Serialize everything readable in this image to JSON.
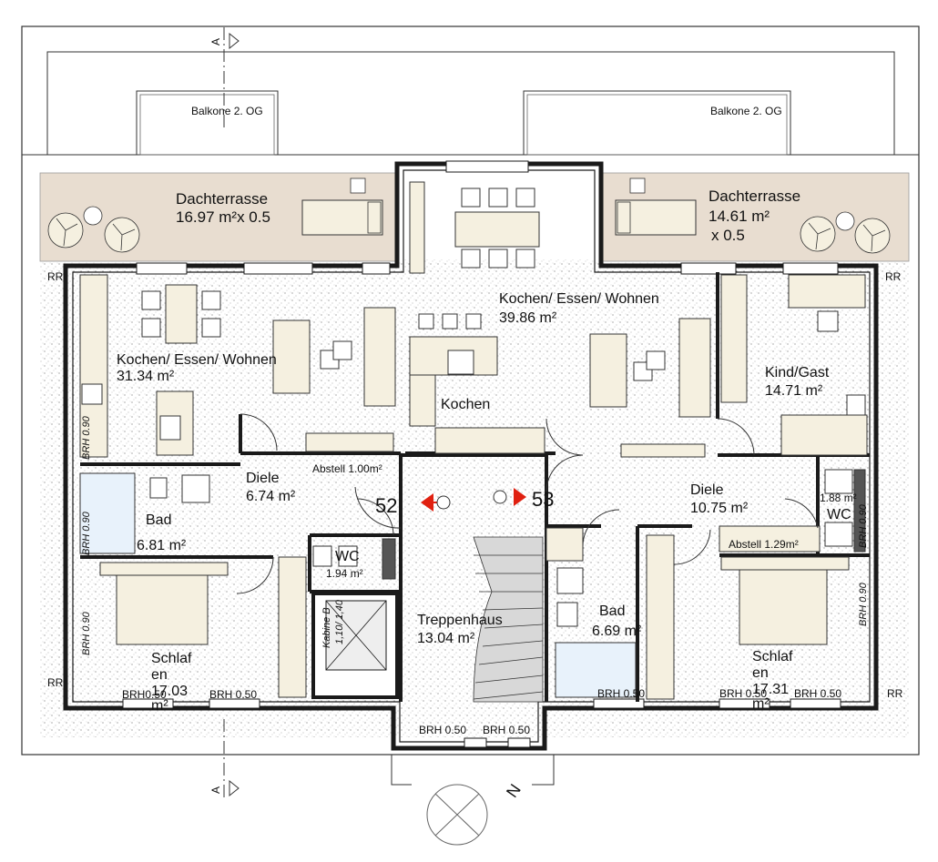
{
  "balconies": [
    {
      "label": "Balkone 2. OG"
    },
    {
      "label": "Balkone 2. OG"
    }
  ],
  "terraces": {
    "left": {
      "name": "Dachterrasse",
      "area": "16.97 m²x 0.5"
    },
    "right": {
      "name": "Dachterrasse",
      "area_line1": "14.61 m²",
      "area_line2": "x 0.5"
    }
  },
  "rooms": {
    "kew_left": {
      "name": "Kochen/ Essen/ Wohnen",
      "area": "31.34 m²"
    },
    "kew_center": {
      "name": "Kochen/ Essen/ Wohnen",
      "area": "39.86 m²"
    },
    "kochen": {
      "name": "Kochen"
    },
    "kind": {
      "name": "Kind/Gast",
      "area": "14.71 m²"
    },
    "diele_left": {
      "name": "Diele",
      "area": "6.74 m²"
    },
    "abstell_left": {
      "name": "Abstell 1.00m²"
    },
    "diele_right": {
      "name": "Diele",
      "area": "10.75 m²"
    },
    "wc_right": {
      "area": "1.88 m²",
      "name": "WC"
    },
    "abstell_right": {
      "name": "Abstell 1.29m²"
    },
    "bad_left": {
      "name": "Bad",
      "area": "6.81 m²"
    },
    "wc_left": {
      "name": "WC",
      "area": "1.94 m²"
    },
    "treppenhaus": {
      "name": "Treppenhaus",
      "area": "13.04 m²"
    },
    "bad_right": {
      "name": "Bad",
      "area": "6.69 m²"
    },
    "schlaf_left": {
      "line1": "Schlaf",
      "line2": "en",
      "area": "17.03",
      "unit": "m²"
    },
    "schlaf_right": {
      "line1": "Schlaf",
      "line2": "en",
      "area": "17.31",
      "unit": "m²"
    },
    "kabine": {
      "line1": "Kabine B",
      "line2": "1,10/ 1,40"
    }
  },
  "units": {
    "left": "52",
    "right": "53"
  },
  "brh": {
    "side_090": "BRH 0.90",
    "b050": "BRH 0.50",
    "b050_tight": "BRH0.50"
  },
  "rr": "RR",
  "section_marker": "A",
  "north": "N",
  "colors": {
    "wall": "#1a1a1a",
    "terrace": "#e8ddd0",
    "furniture_fill": "#f5f0e0",
    "bath_fill": "#e8f2fb",
    "arrow_red": "#e02010"
  }
}
